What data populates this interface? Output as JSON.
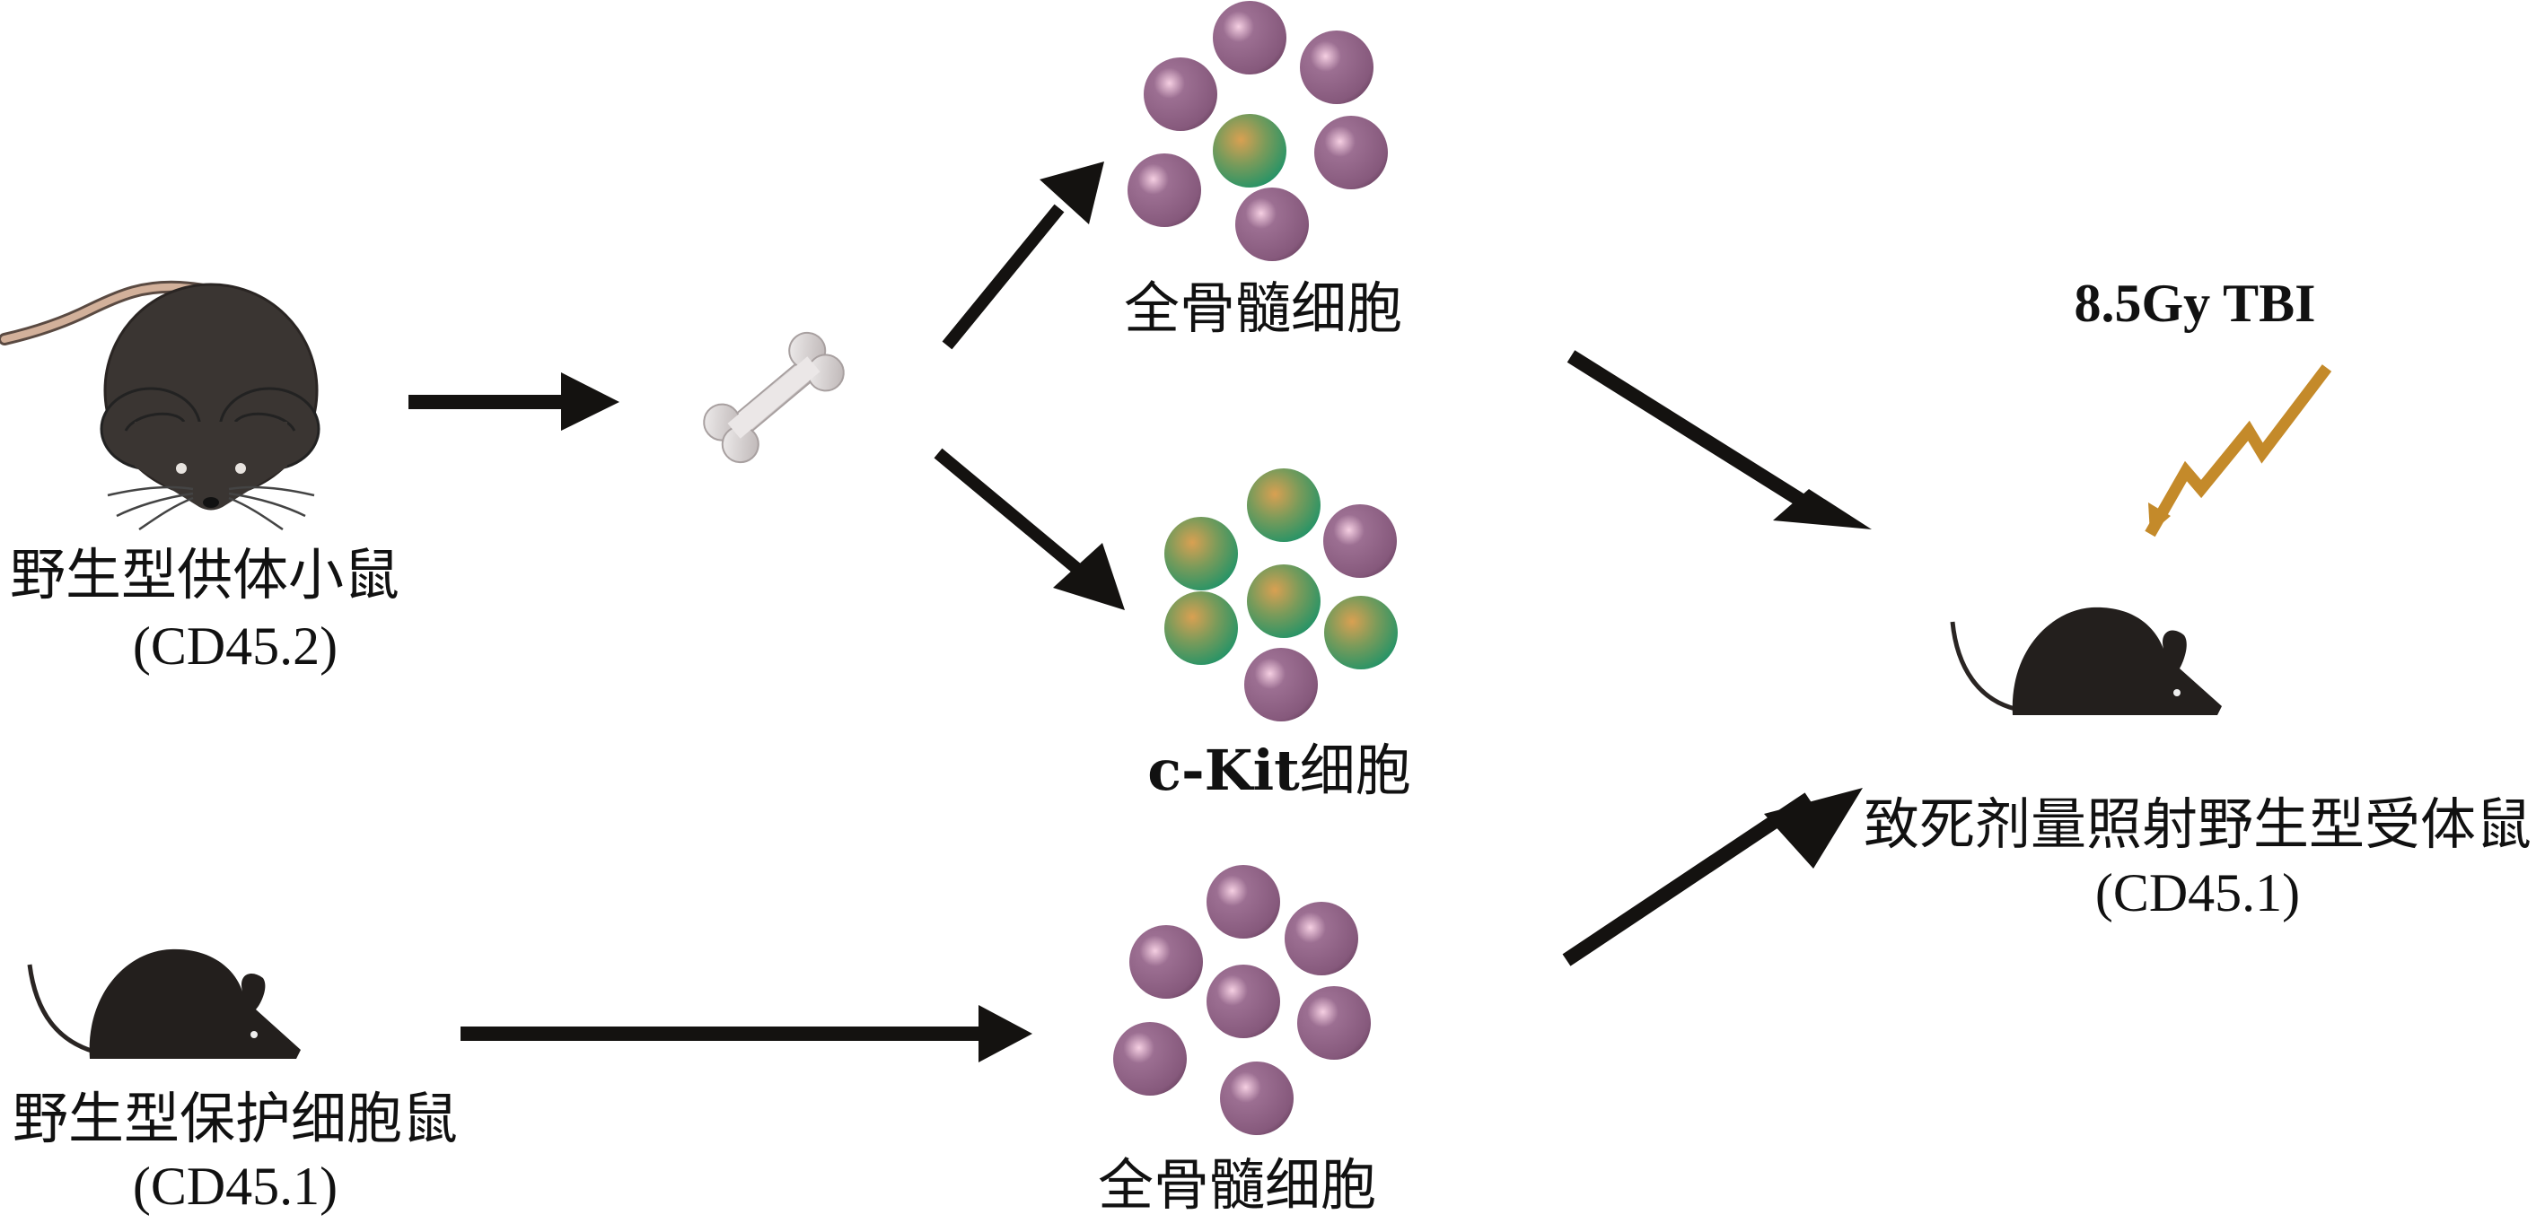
{
  "diagram": {
    "title": "",
    "nodes": {
      "donor_mouse": {
        "label": "野生型供体小鼠",
        "sublabel": "(CD45.2)",
        "icon": "mouse-top-view-icon"
      },
      "bone": {
        "icon": "bone-icon"
      },
      "whole_bm_top": {
        "label": "全骨髓细胞",
        "cells": [
          "purple",
          "purple",
          "purple",
          "green",
          "purple",
          "purple",
          "purple"
        ]
      },
      "ckit_cells": {
        "label_prefix": "c-Kit",
        "label_suffix": "细胞",
        "cells": [
          "green",
          "green",
          "purple",
          "green",
          "green",
          "green",
          "purple"
        ]
      },
      "protector_mouse": {
        "label": "野生型保护细胞鼠",
        "sublabel": "(CD45.1)",
        "icon": "mouse-side-silhouette-icon"
      },
      "whole_bm_bottom": {
        "label": "全骨髓细胞",
        "cells": [
          "purple",
          "purple",
          "purple",
          "purple",
          "purple",
          "purple",
          "purple"
        ]
      },
      "irradiation": {
        "label": "8.5Gy TBI",
        "icon": "lightning-bolt-icon"
      },
      "recipient_mouse": {
        "label": "致死剂量照射野生型受体鼠",
        "sublabel": "(CD45.1)",
        "icon": "mouse-side-silhouette-icon"
      }
    },
    "edges": [
      {
        "from": "donor_mouse",
        "to": "bone"
      },
      {
        "from": "bone",
        "to": "whole_bm_top"
      },
      {
        "from": "bone",
        "to": "ckit_cells"
      },
      {
        "from": "whole_bm_top",
        "to": "recipient_mouse"
      },
      {
        "from": "protector_mouse",
        "to": "whole_bm_bottom"
      },
      {
        "from": "whole_bm_bottom",
        "to": "recipient_mouse"
      }
    ],
    "colors": {
      "purple_cell": "#8a5f80",
      "purple_highlight": "#f2c6dd",
      "green_cell": "#2f9a6a",
      "green_highlight": "#d69a4e",
      "arrow": "#141210",
      "mouse_dark": "#2e2a28",
      "mouse_black": "#1f1a18",
      "tail": "#c9a48c",
      "bolt": "#c48a2a",
      "bone": "#e6e2e2"
    }
  }
}
